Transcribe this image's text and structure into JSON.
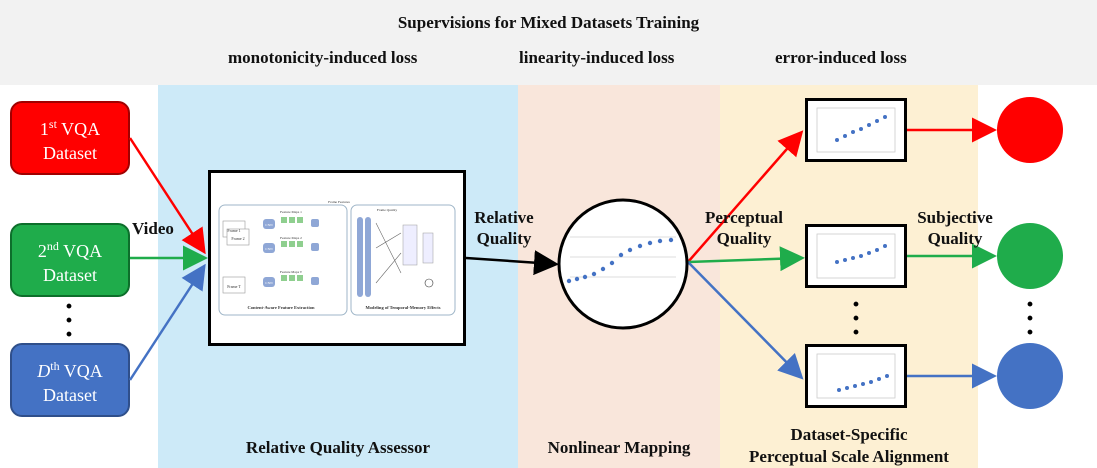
{
  "header": {
    "title": "Supervisions for Mixed Datasets Training",
    "loss_monotonicity": "monotonicity-induced loss",
    "loss_linearity": "linearity-induced loss",
    "loss_error": "error-induced loss"
  },
  "datasets": [
    {
      "index": "1",
      "suffix": "st",
      "line1_rest": " VQA",
      "line2": "Dataset",
      "color": "#ff0000"
    },
    {
      "index": "2",
      "suffix": "nd",
      "line1_rest": " VQA",
      "line2": "Dataset",
      "color": "#1fac4b"
    },
    {
      "index": "D",
      "suffix": "th",
      "line1_rest": " VQA",
      "line2": "Dataset",
      "color": "#4472c4"
    }
  ],
  "labels": {
    "video": "Video",
    "relative_quality_1": "Relative",
    "relative_quality_2": "Quality",
    "perceptual_quality_1": "Perceptual",
    "perceptual_quality_2": "Quality",
    "subjective_quality_1": "Subjective",
    "subjective_quality_2": "Quality"
  },
  "assessor_inner": {
    "frames": [
      "Frame 1",
      "Frame 2",
      "Frame T"
    ],
    "cnn": "CNN",
    "section_left": "Content-Aware Feature Extraction",
    "section_right": "Modeling of Temporal-Memory Effects",
    "feature_maps": [
      "Feature Maps 1",
      "Feature Maps 2",
      "Feature Maps T"
    ],
    "frame_features": "Frame Features",
    "frame_quality": "Frame Quality"
  },
  "bottom": {
    "assessor": "Relative Quality Assessor",
    "mapping": "Nonlinear Mapping",
    "align_1": "Dataset-Specific",
    "align_2": "Perceptual Scale Alignment"
  },
  "colors": {
    "red": "#ff0000",
    "green": "#1fac4b",
    "blue": "#4472c4",
    "assessor_band": "#cdeaf8",
    "mapping_band": "#f9e6db",
    "align_band": "#fdf0d3"
  }
}
